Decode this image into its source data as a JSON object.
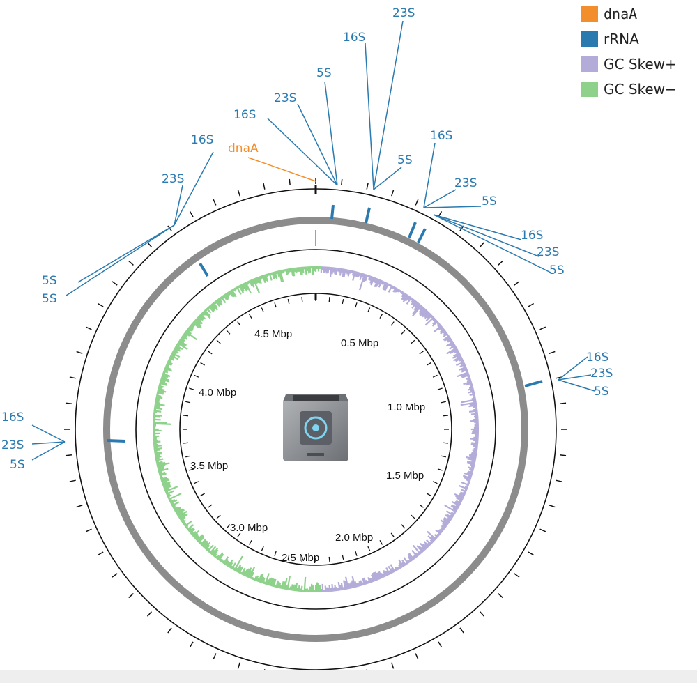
{
  "legend": [
    {
      "label": "dnaA",
      "color": "#f28e2b"
    },
    {
      "label": "rRNA",
      "color": "#2a7ab0"
    },
    {
      "label": "GC Skew+",
      "color": "#b3acd9"
    },
    {
      "label": "GC Skew−",
      "color": "#8dd18b"
    }
  ],
  "colors": {
    "dnaA": "#f28e2b",
    "rRNA": "#2a7ab0",
    "gc_plus": "#b3acd9",
    "gc_minus": "#8dd18b",
    "backbone": "#8c8c8c"
  },
  "axis_labels": [
    "0.5 Mbp",
    "1.0 Mbp",
    "1.5 Mbp",
    "2.0 Mbp",
    "2.5 Mbp",
    "3.0 Mbp",
    "3.5 Mbp",
    "4.0 Mbp",
    "4.5 Mbp"
  ],
  "gene_labels": {
    "dnaA": "dnaA",
    "cluster1": [
      "16S",
      "23S",
      "5S",
      "5S"
    ],
    "cluster2": [
      "16S",
      "23S",
      "5S"
    ],
    "cluster3": [
      "23S",
      "16S"
    ],
    "cluster4": [
      "5S"
    ],
    "cluster5": [
      "16S",
      "23S",
      "5S"
    ],
    "cluster6": [
      "16S",
      "23S",
      "5S"
    ],
    "cluster7": [
      "16S",
      "23S",
      "5S"
    ],
    "cluster8": [
      "16S",
      "23S",
      "5S"
    ]
  },
  "center_icon": "server-box-icon"
}
